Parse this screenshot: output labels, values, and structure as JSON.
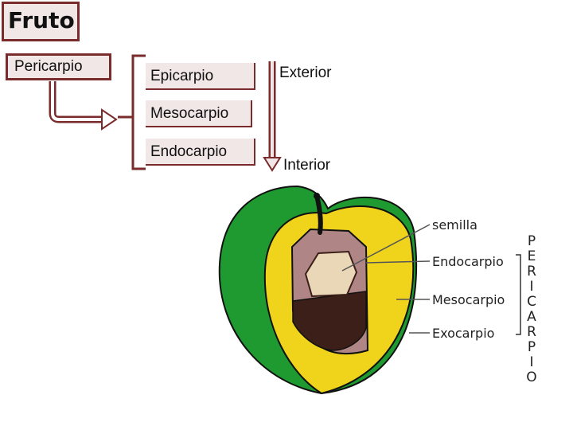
{
  "title": "Fruto",
  "pericarp_label": "Pericarpio",
  "layers": [
    "Epicarpio",
    "Mesocarpio",
    "Endocarpio"
  ],
  "direction": {
    "outer": "Exterior",
    "inner": "Interior"
  },
  "figure_labels": {
    "seed": "semilla",
    "endocarp": "Endocarpio",
    "mesocarp": "Mesocarpio",
    "exocarp": "Exocarpio"
  },
  "vertical_word": [
    "P",
    "E",
    "R",
    "I",
    "C",
    "A",
    "R",
    "P",
    "I",
    "O"
  ],
  "colors": {
    "box_border": "#7a2b2b",
    "box_fill": "#f1e7e7",
    "arrow": "#c78a8a",
    "skin": "#1f9a30",
    "flesh": "#f0d41c",
    "endocarp": "#b08585",
    "seed": "#e9d7b8",
    "cavity": "#3b1f18"
  }
}
